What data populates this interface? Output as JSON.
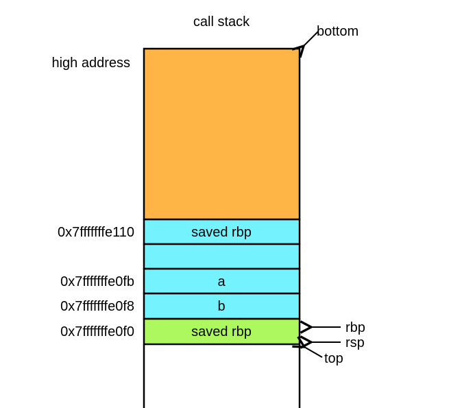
{
  "diagram": {
    "title": "call stack",
    "colors": {
      "caller_frame": "#FFB445",
      "value_cell": "#74F3FF",
      "new_frame": "#ADF85E",
      "outline": "#000000",
      "background": "#ffffff"
    },
    "left_labels": {
      "high_address": "high address"
    },
    "blocks": [
      {
        "name": "caller-frame",
        "label": "",
        "address": ""
      },
      {
        "name": "saved-rbp-upper",
        "label": "saved rbp",
        "address": "0x7fffffffe110"
      },
      {
        "name": "empty-cell",
        "label": "",
        "address": ""
      },
      {
        "name": "var-a",
        "label": "a",
        "address": "0x7fffffffe0fb"
      },
      {
        "name": "var-b",
        "label": "b",
        "address": "0x7fffffffe0f8"
      },
      {
        "name": "saved-rbp-lower",
        "label": "saved rbp",
        "address": "0x7fffffffe0f0"
      }
    ],
    "pointers": {
      "bottom": "bottom",
      "rbp": "rbp",
      "rsp": "rsp",
      "top": "top"
    }
  }
}
